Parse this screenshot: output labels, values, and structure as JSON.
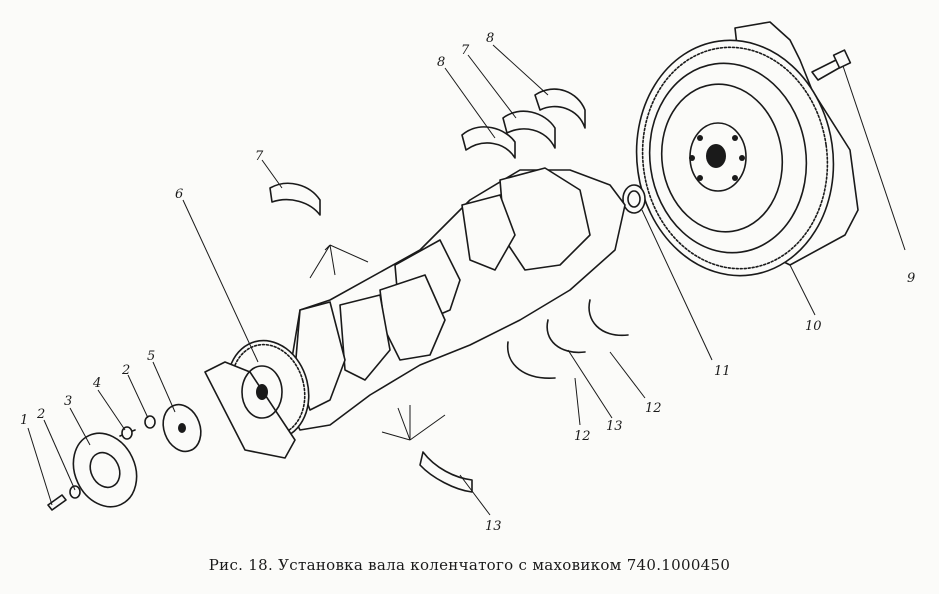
{
  "caption": "Рис. 18. Установка вала коленчатого с маховиком 740.1000450",
  "callouts": {
    "c1": "1",
    "c2a": "2",
    "c3": "3",
    "c4": "4",
    "c2b": "2",
    "c5": "5",
    "c6": "6",
    "c7a": "7",
    "c8a": "8",
    "c7b": "7",
    "c8b": "8",
    "c9": "9",
    "c10": "10",
    "c11": "11",
    "c12a": "12",
    "c12b": "12",
    "c13a": "13",
    "c13b": "13"
  }
}
